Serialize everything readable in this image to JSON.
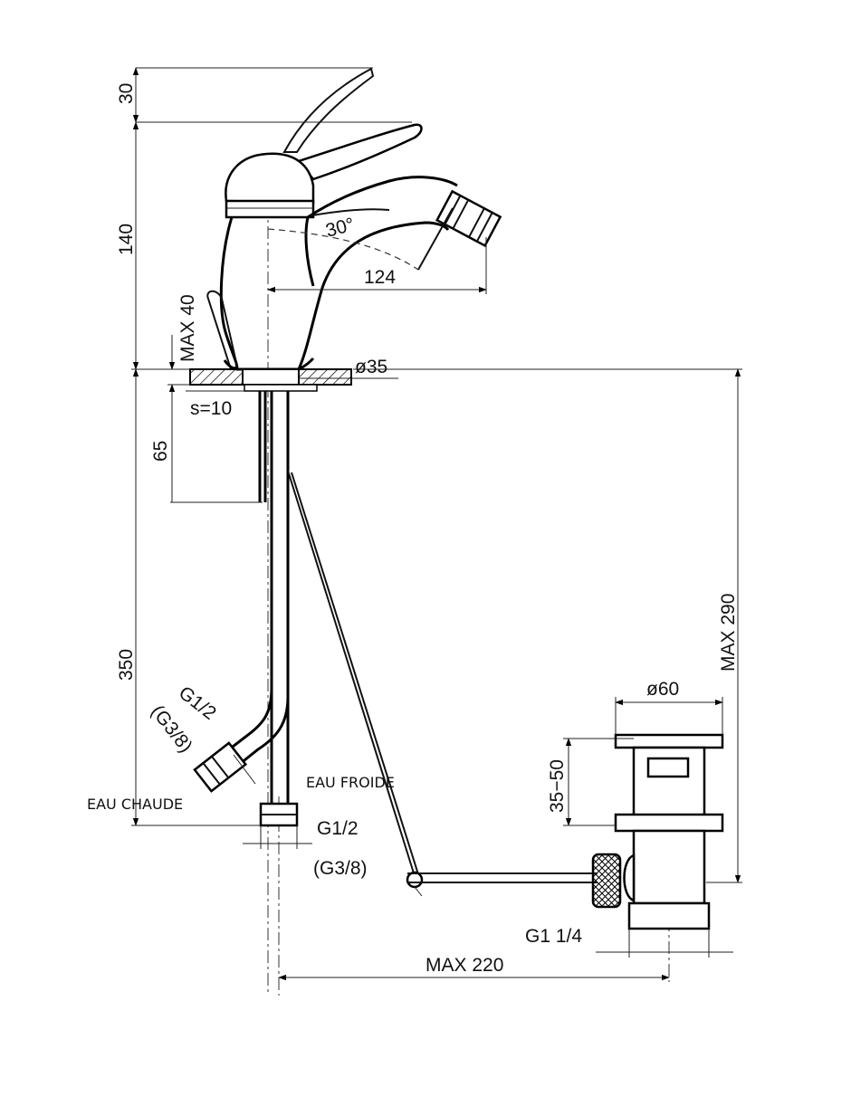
{
  "dimensions": {
    "handle_rise": "30",
    "height_140": "140",
    "max_40": "MAX  40",
    "thickness": "s=10",
    "height_65": "65",
    "length_350": "350",
    "spout_angle": "30°",
    "spout_reach": "124",
    "base_dia": "ø35",
    "max_290": "MAX 290",
    "plug_dia": "ø60",
    "plug_travel": "35−50",
    "thread_g1_1_4": "G1  1/4",
    "max_220": "MAX 220"
  },
  "threads": {
    "hot_main": "G1/2",
    "hot_alt": "(G3/8)",
    "cold_main": "G1/2",
    "cold_alt": "(G3/8)"
  },
  "labels": {
    "hot_water": "EAU CHAUDE",
    "cold_water": "EAU FROIDE"
  }
}
